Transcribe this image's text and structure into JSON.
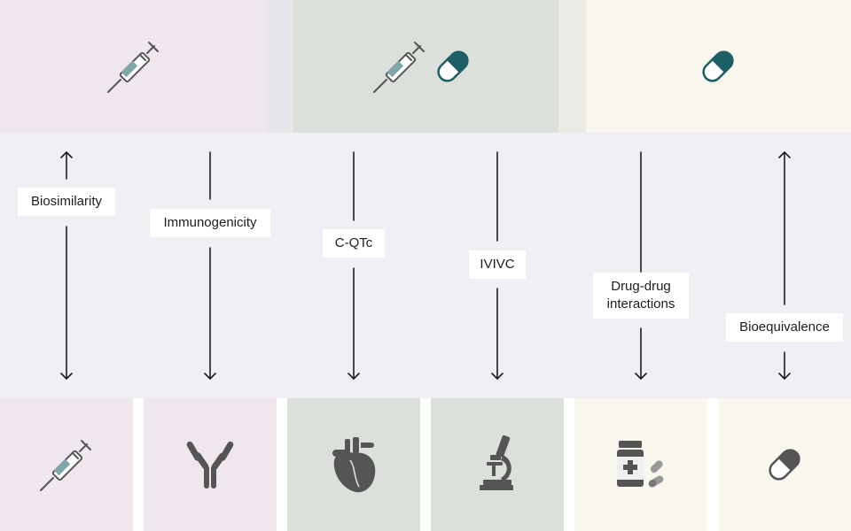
{
  "colors": {
    "pink": "#efe6ee",
    "green": "#dbe0da",
    "cream": "#f8f6ed",
    "band": "#efeff4",
    "teal": "#1e5f66",
    "icon_gray": "#555555"
  },
  "top_row": [
    {
      "icons": [
        "syringe-icon"
      ]
    },
    {
      "icons": [
        "syringe-icon",
        "capsule-icon"
      ]
    },
    {
      "icons": [
        "capsule-icon"
      ]
    }
  ],
  "columns": [
    {
      "label": "Biosimilarity",
      "arrow": "up-down",
      "icon": "syringe-icon"
    },
    {
      "label": "Immunogenicity",
      "arrow": "down",
      "icon": "antibody-icon"
    },
    {
      "label": "C-QTc",
      "arrow": "down",
      "icon": "heart-icon"
    },
    {
      "label": "IVIVC",
      "arrow": "down",
      "icon": "microscope-icon"
    },
    {
      "label": "Drug-drug\ninteractions",
      "arrow": "down",
      "icon": "medicine-bottle-icon"
    },
    {
      "label": "Bioequivalence",
      "arrow": "up-down",
      "icon": "capsule-icon"
    }
  ]
}
